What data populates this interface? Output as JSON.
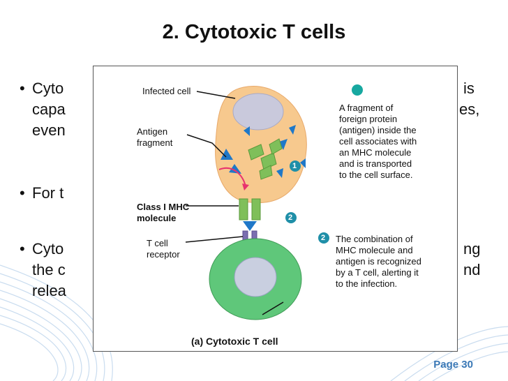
{
  "slide": {
    "title": "2.   Cytotoxic T cells",
    "page": "Page 30",
    "bullets": [
      {
        "lines": [
          "Cyto",
          "capa",
          "even"
        ],
        "right": [
          "is",
          "es,",
          ""
        ]
      },
      {
        "lines": [
          "For t"
        ],
        "right": [
          ""
        ]
      },
      {
        "lines": [
          " Cyto",
          "the  c",
          "relea"
        ],
        "right": [
          "ng",
          "nd",
          ""
        ]
      }
    ]
  },
  "figure": {
    "labels": {
      "infected_cell": "Infected cell",
      "antigen_fragment": "Antigen\nfragment",
      "mhc_molecule": "Class I MHC\nmolecule",
      "t_cell_receptor": "T cell\nreceptor",
      "step1_text": "A fragment of\nforeign protein\n(antigen) inside the\ncell associates with\nan MHC molecule\nand is transported\nto the cell surface.",
      "step2_text": "The combination of\nMHC molecule and\nantigen is recognized\nby a T cell, alerting it\nto the infection.",
      "step1_num": "1",
      "step2_num": "2",
      "caption": "(a) Cytotoxic T cell"
    },
    "colors": {
      "infected_cell": "#f7c98e",
      "nucleus": "#c9c9dc",
      "antigen": "#1f78c8",
      "mhc": "#7fbf5a",
      "t_cell": "#5fc77a",
      "badge": "#1f8fa8",
      "teal_dot": "#17a8a0"
    }
  }
}
